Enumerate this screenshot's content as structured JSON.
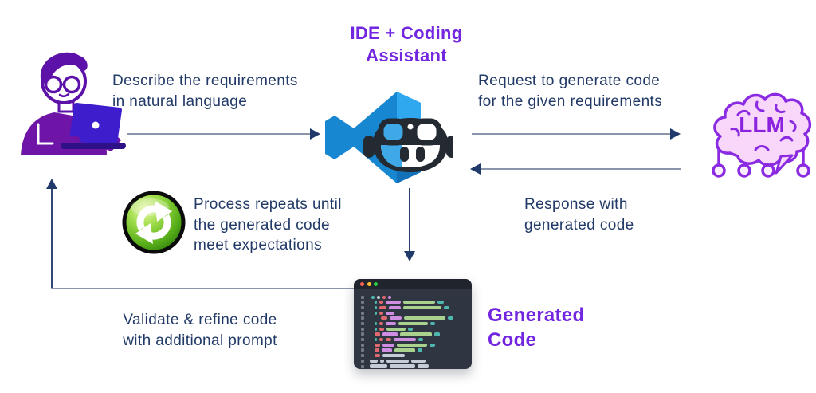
{
  "diagram": {
    "ide_title": [
      "IDE + Coding",
      "Assistant"
    ],
    "generated_code_title": [
      "Generated",
      "Code"
    ],
    "llm_label": "LLM",
    "edge_labels": {
      "describe": [
        "Describe the requirements",
        "in natural language"
      ],
      "request": [
        "Request to generate code",
        "for the given requirements"
      ],
      "response": [
        "Response with",
        "generated code"
      ],
      "process": [
        "Process repeats until",
        "the generated code",
        "meet expectations"
      ],
      "validate": [
        "Validate & refine code",
        "with additional prompt"
      ]
    },
    "icons": {
      "developer": "developer-at-laptop-icon",
      "ide": "vscode-copilot-icon",
      "llm": "brain-chip-icon",
      "refresh": "green-refresh-cycle-icon",
      "generated_code": "code-editor-window"
    }
  },
  "colors": {
    "background": "#FFFFFF",
    "heading_purple": "#7226E0",
    "label_navy": "#223A67",
    "line_gray": "#8A94AB",
    "arrow_navy": "#1F3A6B",
    "loop_line_navy": "#33487A",
    "down_line_navy": "#27406E"
  },
  "code_window": {
    "traffic_lights": [
      "#FF5F57",
      "#FEBC2E",
      "#28C840"
    ],
    "palette": {
      "teal": "#4FB8AE",
      "red": "#E0696F",
      "pink": "#CF8EE2",
      "green": "#A9D28F",
      "gray": "#C6CCD8",
      "gutter": "#737B87"
    },
    "lines": [
      {
        "indent": 2,
        "segments": [
          [
            "teal",
            4
          ],
          [
            "gray",
            4
          ],
          [
            "red",
            4
          ],
          [
            "pink",
            4
          ]
        ]
      },
      {
        "indent": 6,
        "segments": [
          [
            "teal",
            3
          ],
          [
            "red",
            5
          ],
          [
            "pink",
            19
          ],
          [
            "green",
            40
          ],
          [
            "teal",
            8
          ]
        ]
      },
      {
        "indent": 6,
        "segments": [
          [
            "teal",
            3
          ],
          [
            "red",
            9
          ],
          [
            "pink",
            15
          ],
          [
            "green",
            48
          ],
          [
            "teal",
            7
          ]
        ]
      },
      {
        "indent": 6,
        "segments": [
          [
            "teal",
            3
          ],
          [
            "red",
            5
          ],
          [
            "pink",
            11
          ]
        ]
      },
      {
        "indent": 14,
        "segments": [
          [
            "red",
            8
          ],
          [
            "pink",
            15
          ],
          [
            "green",
            52
          ],
          [
            "teal",
            7
          ]
        ]
      },
      {
        "indent": 6,
        "segments": [
          [
            "teal",
            3
          ],
          [
            "red",
            5
          ],
          [
            "pink",
            13
          ],
          [
            "green",
            37
          ],
          [
            "teal",
            6
          ]
        ]
      },
      {
        "indent": 6,
        "segments": [
          [
            "teal",
            3
          ],
          [
            "red",
            6
          ],
          [
            "green",
            24
          ],
          [
            "teal",
            6
          ]
        ]
      },
      {
        "indent": 6,
        "segments": [
          [
            "red",
            7
          ],
          [
            "pink",
            19
          ],
          [
            "green",
            40
          ],
          [
            "teal",
            7
          ]
        ]
      },
      {
        "indent": 6,
        "segments": [
          [
            "teal",
            3
          ],
          [
            "red",
            5
          ],
          [
            "red",
            7
          ],
          [
            "pink",
            28
          ],
          [
            "teal",
            6
          ]
        ]
      },
      {
        "indent": 6,
        "segments": [
          [
            "red",
            7
          ],
          [
            "pink",
            15
          ],
          [
            "green",
            38
          ],
          [
            "teal",
            7
          ]
        ]
      },
      {
        "indent": 6,
        "segments": [
          [
            "red",
            6
          ],
          [
            "pink",
            13
          ],
          [
            "green",
            26
          ],
          [
            "teal",
            6
          ]
        ]
      },
      {
        "indent": 6,
        "segments": [
          [
            "red",
            7
          ],
          [
            "gray",
            28
          ]
        ]
      },
      {
        "indent": 0,
        "segments": [
          [
            "gray",
            10
          ],
          [
            "gray",
            5
          ],
          [
            "gray",
            28
          ],
          [
            "gray",
            18
          ]
        ]
      },
      {
        "indent": 0,
        "segments": [
          [
            "gray",
            22
          ],
          [
            "gray",
            32
          ],
          [
            "gray",
            14
          ]
        ]
      }
    ]
  }
}
